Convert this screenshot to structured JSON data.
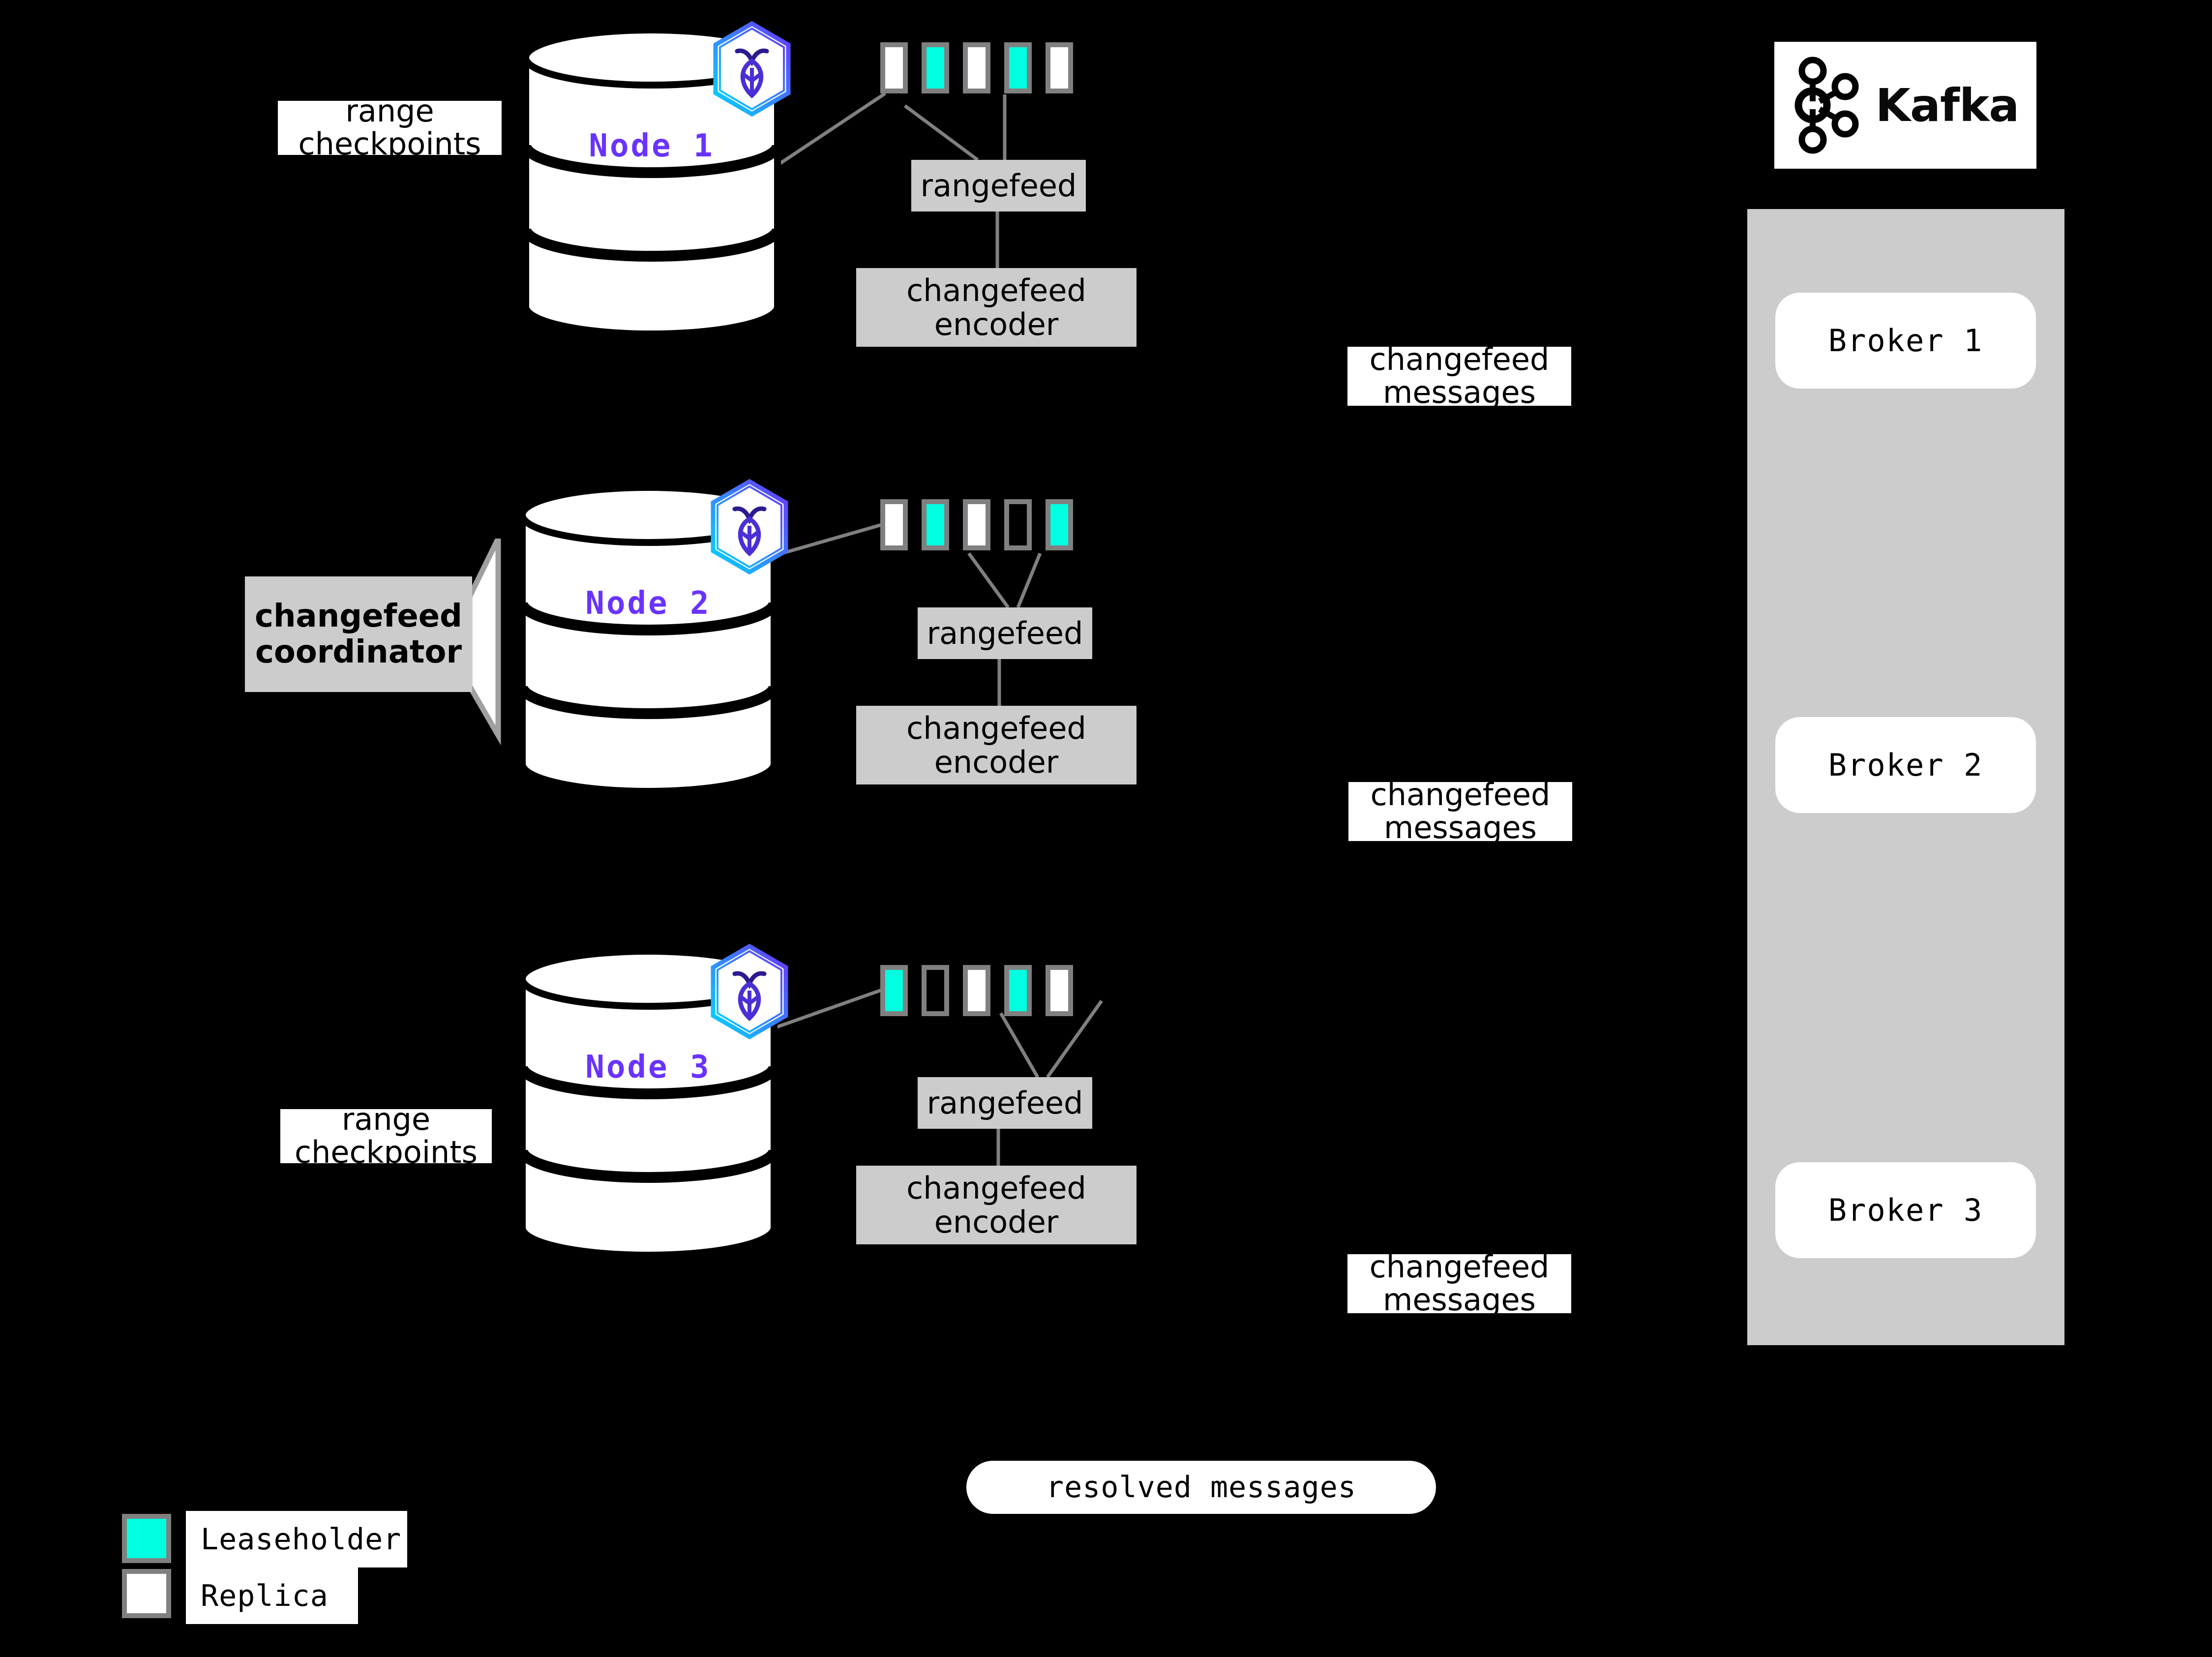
{
  "diagram": {
    "title": "CockroachDB changefeed to Kafka architecture",
    "background": "#000000"
  },
  "colors": {
    "leaseholder": "#00ffe1",
    "replica": "#ffffff",
    "range_border": "#808080",
    "process_box": "#cccccc",
    "node_label": "#6933ff",
    "kafka_panel": "#cccccc",
    "connector": "#808080"
  },
  "nodes": [
    {
      "id": "node-1",
      "label": "Node 1",
      "logo": "cockroachdb-hexagon-icon",
      "ranges": [
        "replica",
        "leaseholder",
        "replica",
        "leaseholder",
        "replica"
      ],
      "rangefeed_label": "rangefeed",
      "encoder_label": "changefeed\nencoder",
      "encoder_line1": "changefeed",
      "encoder_line2": "encoder",
      "checkpoint_label_line1": "range",
      "checkpoint_label_line2": "checkpoints",
      "has_checkpoint_label": true,
      "has_coordinator": false
    },
    {
      "id": "node-2",
      "label": "Node 2",
      "logo": "cockroachdb-hexagon-icon",
      "ranges": [
        "replica",
        "leaseholder",
        "replica",
        "empty",
        "leaseholder"
      ],
      "rangefeed_label": "rangefeed",
      "encoder_label": "changefeed\nencoder",
      "encoder_line1": "changefeed",
      "encoder_line2": "encoder",
      "has_checkpoint_label": false,
      "has_coordinator": true,
      "coordinator_line1": "changefeed",
      "coordinator_line2": "coordinator"
    },
    {
      "id": "node-3",
      "label": "Node 3",
      "logo": "cockroachdb-hexagon-icon",
      "ranges": [
        "leaseholder",
        "empty",
        "replica",
        "leaseholder",
        "replica"
      ],
      "rangefeed_label": "rangefeed",
      "encoder_label": "changefeed\nencoder",
      "encoder_line1": "changefeed",
      "encoder_line2": "encoder",
      "checkpoint_label_line1": "range",
      "checkpoint_label_line2": "checkpoints",
      "has_checkpoint_label": true,
      "has_coordinator": false
    }
  ],
  "messages": [
    {
      "id": "msg-1",
      "line1": "changefeed",
      "line2": "messages"
    },
    {
      "id": "msg-2",
      "line1": "changefeed",
      "line2": "messages"
    },
    {
      "id": "msg-3",
      "line1": "changefeed",
      "line2": "messages"
    }
  ],
  "resolved": {
    "label": "resolved messages"
  },
  "kafka": {
    "brand": "Kafka",
    "logo": "kafka-nodes-icon",
    "brokers": [
      {
        "id": "broker-1",
        "label": "Broker 1"
      },
      {
        "id": "broker-2",
        "label": "Broker 2"
      },
      {
        "id": "broker-3",
        "label": "Broker 3"
      }
    ]
  },
  "legend": {
    "items": [
      {
        "swatch": "leaseholder",
        "label": "Leaseholder"
      },
      {
        "swatch": "replica",
        "label": "Replica"
      }
    ]
  }
}
